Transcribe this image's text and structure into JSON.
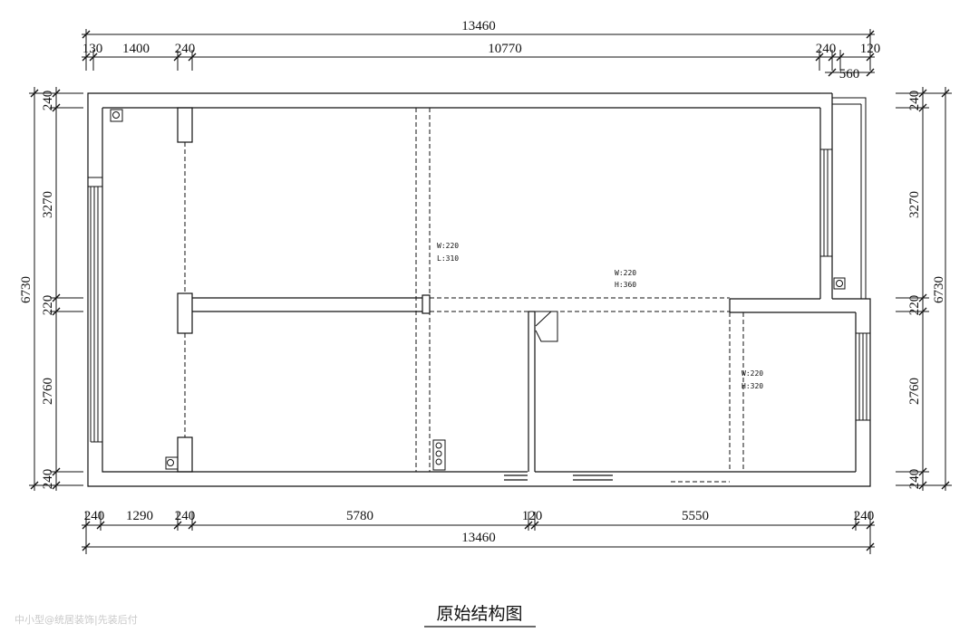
{
  "title": "原始结构图",
  "watermark": "中小型@统居装饰|先装后付",
  "top_dimensions": {
    "overall": "13460",
    "segments": [
      "130",
      "1400",
      "240",
      "10770",
      "240",
      "120"
    ],
    "extra": "560"
  },
  "bottom_dimensions": {
    "segments": [
      "240",
      "1290",
      "240",
      "5780",
      "120",
      "5550",
      "240"
    ],
    "overall": "13460"
  },
  "left_dimensions": {
    "overall": "6730",
    "segments": [
      "240",
      "3270",
      "220",
      "2760",
      "240"
    ]
  },
  "right_dimensions": {
    "overall": "6730",
    "segments": [
      "240",
      "3270",
      "220",
      "2760",
      "240"
    ]
  },
  "beam_labels": [
    {
      "w": "W:220",
      "h": "L:310"
    },
    {
      "w": "W:220",
      "h": "H:360"
    },
    {
      "w": "W:220",
      "h": "H:320"
    }
  ]
}
